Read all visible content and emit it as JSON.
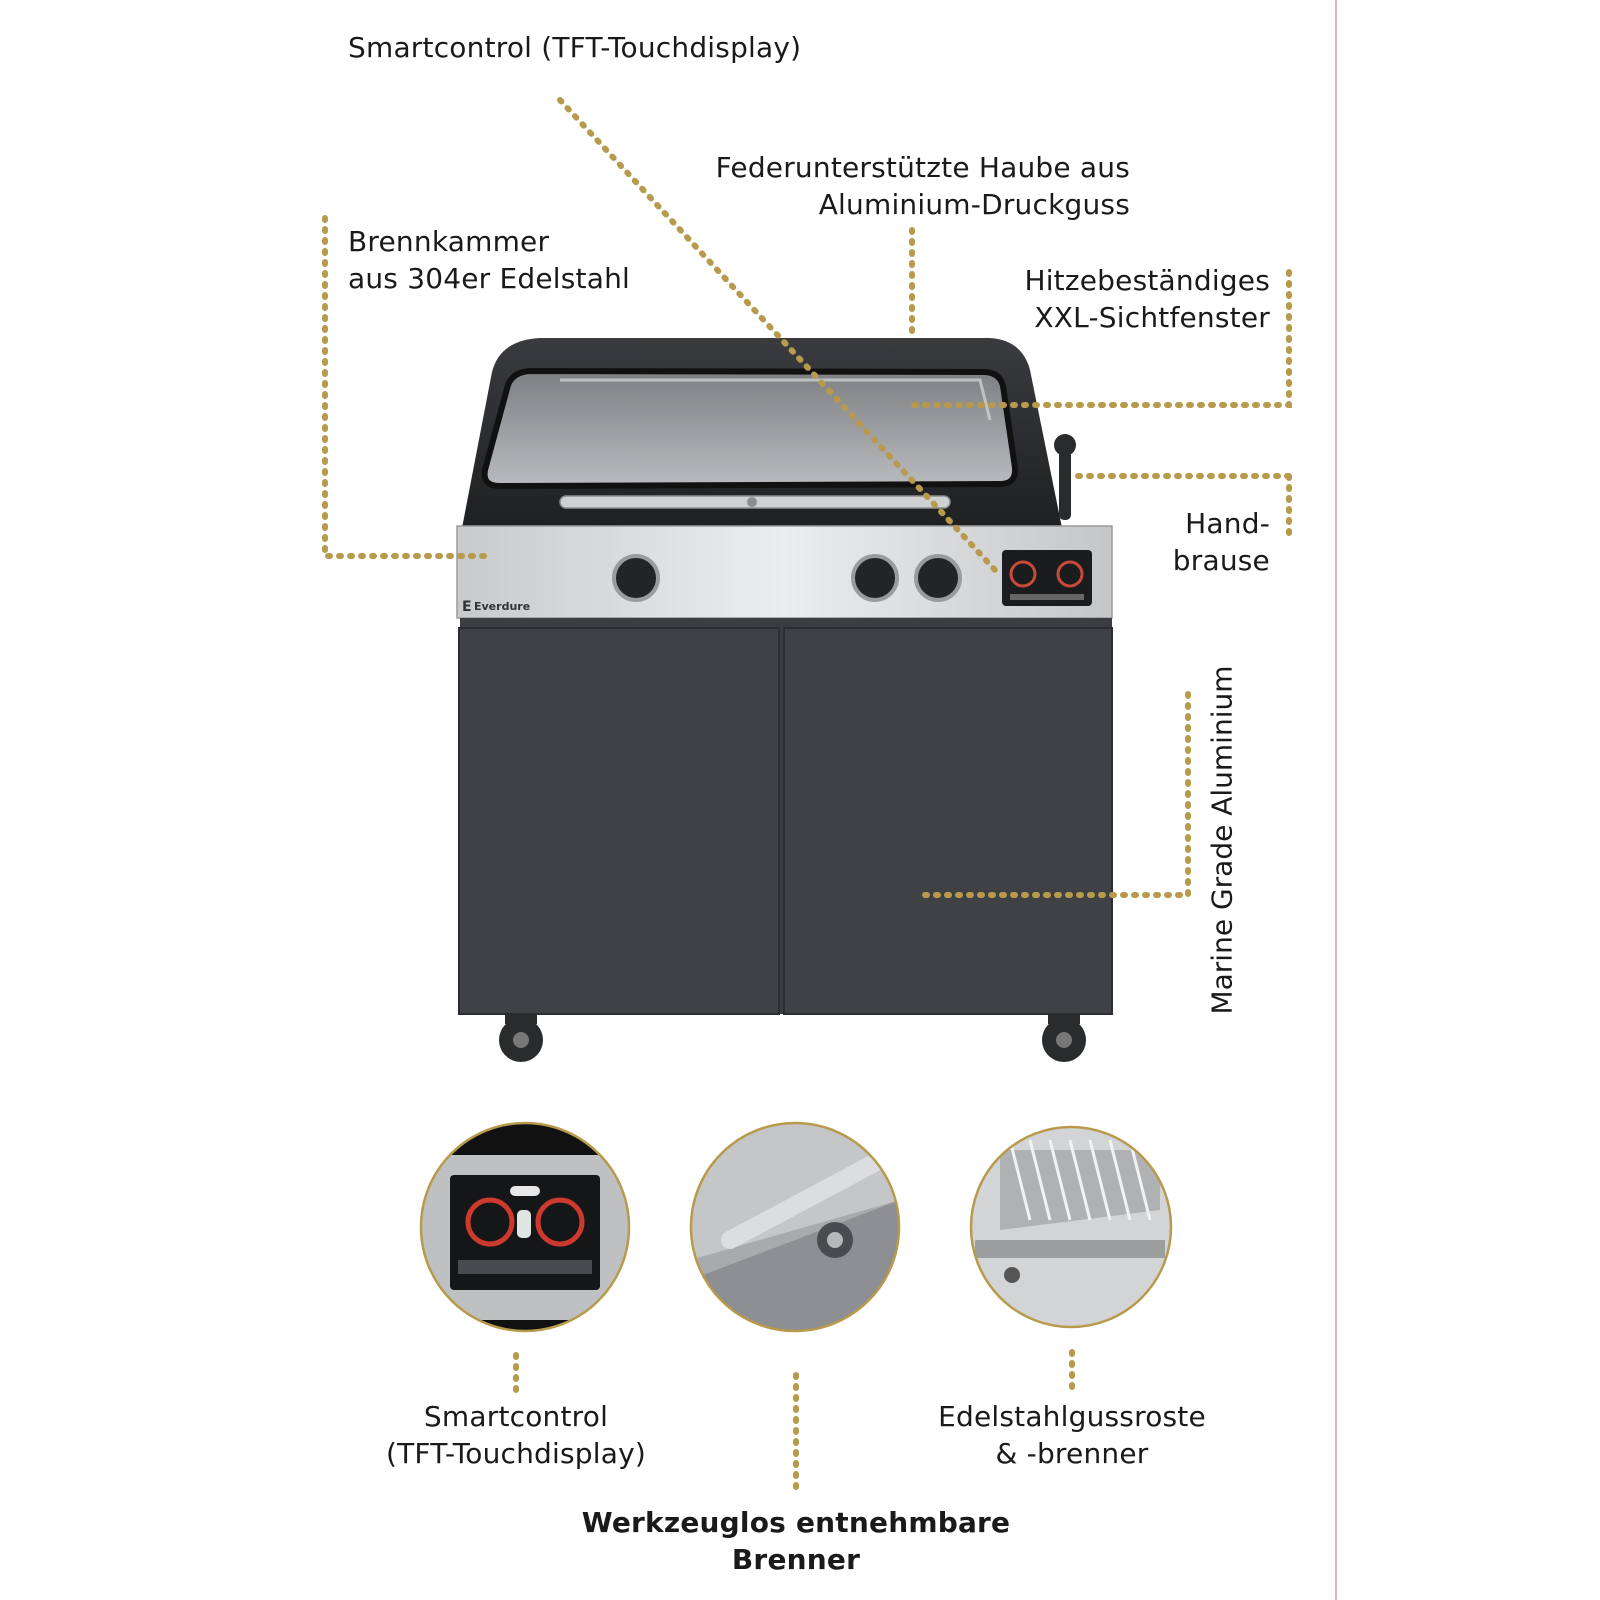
{
  "callouts": {
    "smartcontrol_top": "Smartcontrol (TFT-Touchdisplay)",
    "haube_line1": "Federunterstützte Haube aus",
    "haube_line2": "Aluminium-Druckguss",
    "brennkammer_line1": "Brennkammer",
    "brennkammer_line2": "aus 304er Edelstahl",
    "sichtfenster_line1": "Hitzebeständiges",
    "sichtfenster_line2": "XXL-Sichtfenster",
    "handbrause_line1": "Hand-",
    "handbrause_line2": "brause",
    "aluminium_vertical": "Marine Grade Aluminium"
  },
  "grill": {
    "brand": "Everdure"
  },
  "details": [
    {
      "line1": "Smartcontrol",
      "line2": "(TFT-Touchdisplay)"
    },
    {
      "line1": "Werkzeuglos entnehmbare",
      "line2": "Brenner"
    },
    {
      "line1": "Edelstahlgussroste",
      "line2": "& -brenner"
    }
  ],
  "colors": {
    "accent_gold": "#b89a4c",
    "cabinet": "#3b3d40",
    "steel": "#d7d8da"
  }
}
